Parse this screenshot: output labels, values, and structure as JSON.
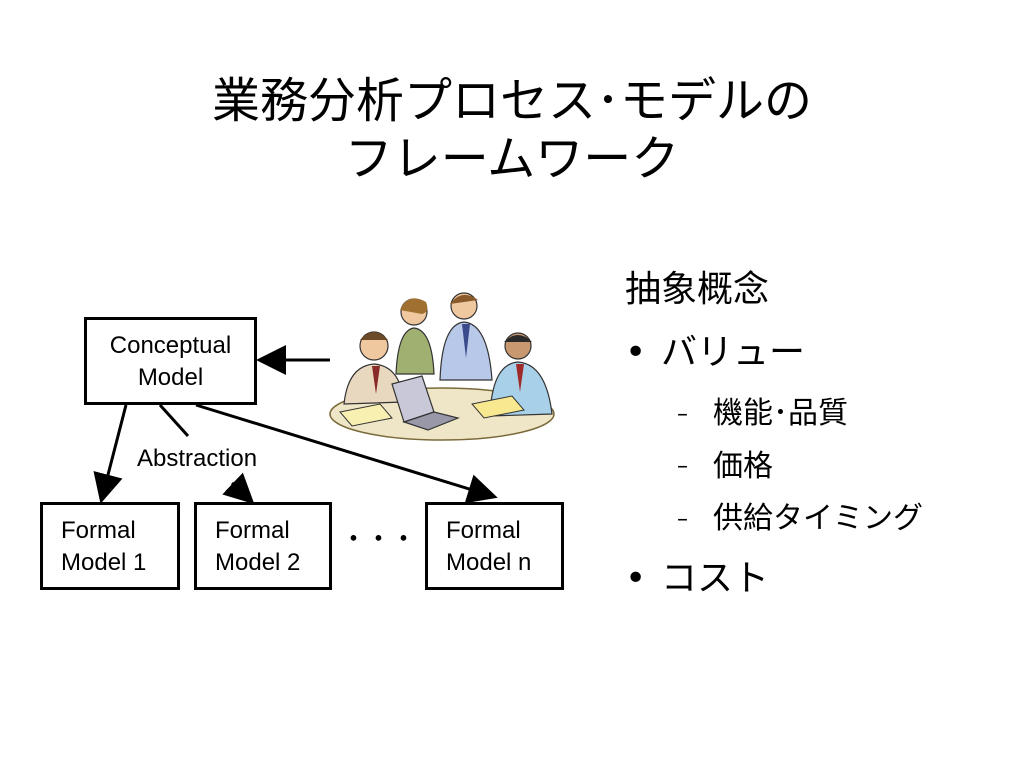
{
  "title": {
    "line1": "業務分析プロセス･モデルの",
    "line2": "フレームワーク"
  },
  "diagram": {
    "conceptual_model": {
      "line1": "Conceptual",
      "line2": "Model"
    },
    "abstraction_label": "Abstraction",
    "formal_models": [
      {
        "line1": "Formal",
        "line2": "Model 1"
      },
      {
        "line1": "Formal",
        "line2": "Model 2"
      },
      {
        "line1": "Formal",
        "line2": "Model n"
      }
    ],
    "ellipsis": "･･･",
    "clipart_icon": "business-meeting-icon"
  },
  "right_panel": {
    "heading": "抽象概念",
    "items": [
      {
        "bullet": "•",
        "label": "バリュー",
        "subitems": [
          {
            "dash": "–",
            "label": "機能･品質"
          },
          {
            "dash": "–",
            "label": "価格"
          },
          {
            "dash": "–",
            "label": "供給タイミング"
          }
        ]
      },
      {
        "bullet": "•",
        "label": "コスト"
      }
    ]
  }
}
